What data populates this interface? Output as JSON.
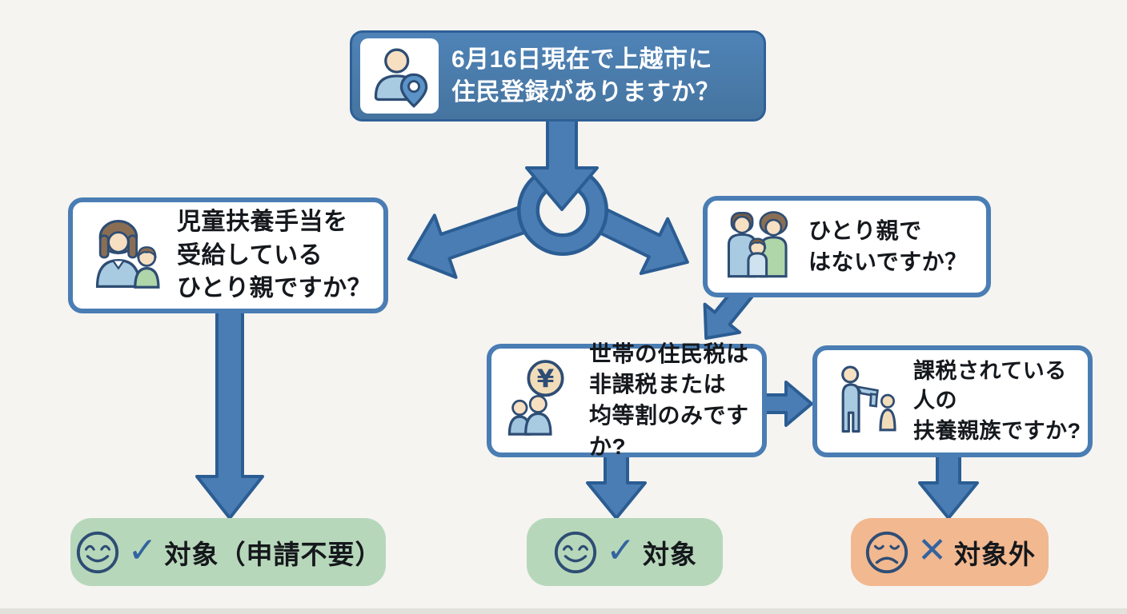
{
  "diagram": {
    "type": "flowchart",
    "language": "ja"
  },
  "nodes": {
    "residency": {
      "text": "6月16日現在で上越市に\n住民登録がありますか？",
      "icon": "person-location-icon"
    },
    "childcare_allowance": {
      "text": "児童扶養手当を\n受給している\nひとり親ですか？",
      "icon": "mother-child-icon"
    },
    "not_single_parent": {
      "text": "ひとり親で\nはないですか？",
      "icon": "family-icon"
    },
    "resident_tax": {
      "text": "世帯の住民税は\n非課税または\n均等割のみですか?",
      "icon": "yen-household-icon"
    },
    "dependent_of_taxed": {
      "text": "課税されている人の\n扶養親族ですか?",
      "icon": "pointing-person-icon"
    }
  },
  "results": {
    "eligible_no_application": {
      "mark": "✓",
      "text": "対象（申請不要）",
      "mood": "happy"
    },
    "eligible": {
      "mark": "✓",
      "text": "対象",
      "mood": "happy"
    },
    "not_eligible": {
      "mark": "✕",
      "text": "対象外",
      "mood": "sad"
    }
  },
  "colors": {
    "background": "#f5f4f1",
    "primary_blue": "#4a7db3",
    "dark_blue_outline": "#2b5d93",
    "icon_outline": "#2e4d74",
    "result_green": "#b7d7bb",
    "result_orange": "#f2b890",
    "skin": "#f7dfc2",
    "hair_brown": "#8a6e54",
    "clothing_blue": "#a8cbe2",
    "clothing_green": "#aed6a8",
    "text_dark": "#15181c",
    "text_light": "#ffffff"
  }
}
